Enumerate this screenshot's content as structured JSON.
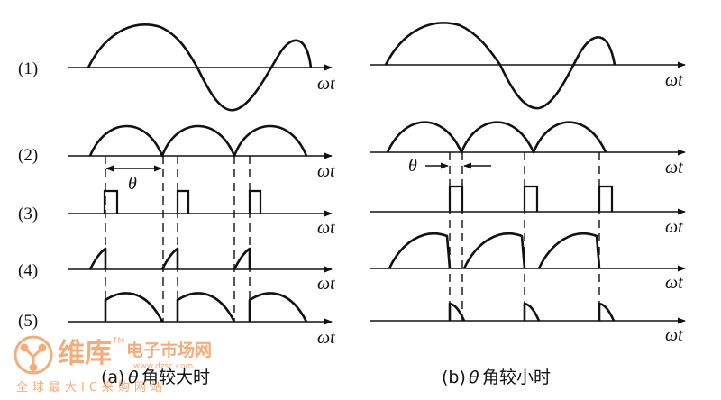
{
  "row_labels": [
    "(1)",
    "(2)",
    "(3)",
    "(4)",
    "(5)"
  ],
  "axis_label": "ωt",
  "theta_symbol": "θ",
  "panels": [
    {
      "caption_prefix": "(a)",
      "caption_symbol": "θ",
      "caption_text": "角较大时"
    },
    {
      "caption_prefix": "(b)",
      "caption_symbol": "θ",
      "caption_text": "角较小时"
    }
  ],
  "watermark": {
    "brand": "维库",
    "site_name": "电子市场网",
    "domain": "www.dzsc.com",
    "slogan": "全球最大IC采购网站",
    "tm": "TM"
  },
  "colors": {
    "ink": "#111111",
    "watermark": "#f3a46c"
  }
}
